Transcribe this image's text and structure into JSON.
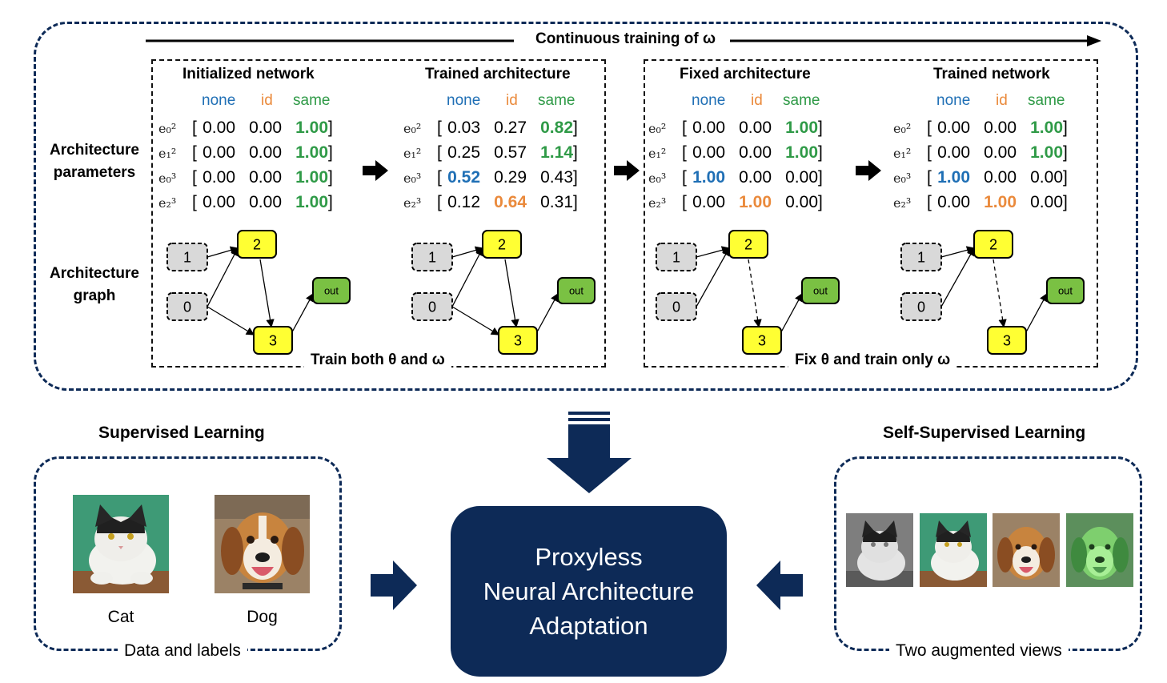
{
  "top": {
    "continuous_label": "Continuous training of ω",
    "row_labels": {
      "params": [
        "Architecture",
        "parameters"
      ],
      "graph": [
        "Architecture",
        "graph"
      ]
    },
    "column_headers": [
      "none",
      "id",
      "same"
    ],
    "edge_labels": [
      "e₀²",
      "e₁²",
      "e₀³",
      "e₂³"
    ],
    "panel_left_caption": "Train both θ and ω",
    "panel_right_caption": "Fix θ and train only ω",
    "stages": [
      {
        "title": "Initialized network",
        "rows": [
          {
            "values": [
              "0.00",
              "0.00",
              "1.00"
            ],
            "highlight": 2,
            "color": "same"
          },
          {
            "values": [
              "0.00",
              "0.00",
              "1.00"
            ],
            "highlight": 2,
            "color": "same"
          },
          {
            "values": [
              "0.00",
              "0.00",
              "1.00"
            ],
            "highlight": 2,
            "color": "same"
          },
          {
            "values": [
              "0.00",
              "0.00",
              "1.00"
            ],
            "highlight": 2,
            "color": "same"
          }
        ]
      },
      {
        "title": "Trained architecture",
        "rows": [
          {
            "values": [
              "0.03",
              "0.27",
              "0.82"
            ],
            "highlight": 2,
            "color": "same"
          },
          {
            "values": [
              "0.25",
              "0.57",
              "1.14"
            ],
            "highlight": 2,
            "color": "same"
          },
          {
            "values": [
              "0.52",
              "0.29",
              "0.43"
            ],
            "highlight": 0,
            "color": "none"
          },
          {
            "values": [
              "0.12",
              "0.64",
              "0.31"
            ],
            "highlight": 1,
            "color": "id"
          }
        ]
      },
      {
        "title": "Fixed architecture",
        "rows": [
          {
            "values": [
              "0.00",
              "0.00",
              "1.00"
            ],
            "highlight": 2,
            "color": "same"
          },
          {
            "values": [
              "0.00",
              "0.00",
              "1.00"
            ],
            "highlight": 2,
            "color": "same"
          },
          {
            "values": [
              "1.00",
              "0.00",
              "0.00"
            ],
            "highlight": 0,
            "color": "none"
          },
          {
            "values": [
              "0.00",
              "1.00",
              "0.00"
            ],
            "highlight": 1,
            "color": "id"
          }
        ]
      },
      {
        "title": "Trained network",
        "rows": [
          {
            "values": [
              "0.00",
              "0.00",
              "1.00"
            ],
            "highlight": 2,
            "color": "same"
          },
          {
            "values": [
              "0.00",
              "0.00",
              "1.00"
            ],
            "highlight": 2,
            "color": "same"
          },
          {
            "values": [
              "1.00",
              "0.00",
              "0.00"
            ],
            "highlight": 0,
            "color": "none"
          },
          {
            "values": [
              "0.00",
              "1.00",
              "0.00"
            ],
            "highlight": 1,
            "color": "id"
          }
        ]
      }
    ],
    "graph_nodes": {
      "n0": "0",
      "n1": "1",
      "n2": "2",
      "n3": "3",
      "out": "out"
    }
  },
  "bottom": {
    "supervised_title": "Supervised Learning",
    "self_supervised_title": "Self-Supervised Learning",
    "cat_label": "Cat",
    "dog_label": "Dog",
    "supervised_caption": "Data and labels",
    "self_supervised_caption": "Two augmented views",
    "center_lines": [
      "Proxyless",
      "Neural Architecture",
      "Adaptation"
    ]
  },
  "colors": {
    "navy": "#0d2a57",
    "none": "#1f6fb5",
    "id": "#ea8a3c",
    "same": "#2f9a47",
    "node_yellow": "#ffff33",
    "node_gray": "#d9d9d9",
    "node_green": "#7ac143"
  }
}
